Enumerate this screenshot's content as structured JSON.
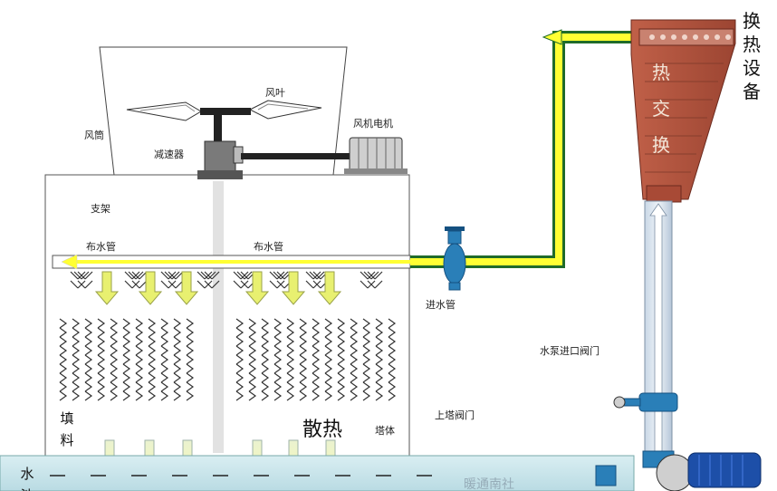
{
  "labels": {
    "fan_cylinder": "风筒",
    "fan_blade": "风叶",
    "fan_motor": "风机电机",
    "reducer": "减速器",
    "bracket": "支架",
    "distribution_pipe_left": "布水管",
    "distribution_pipe_right": "布水管",
    "inlet_pipe": "进水管",
    "pump_inlet_valve": "水泵进口阀门",
    "tower_valve": "上塔阀门",
    "tower_body": "塔体",
    "heat_dissipation": "散热",
    "fill": [
      "填",
      "料"
    ],
    "pool": [
      "水",
      "池"
    ],
    "heat_exchange_equipment": [
      "换",
      "热",
      "设",
      "备"
    ],
    "heat_exchange": [
      "热",
      "交",
      "换"
    ],
    "watermark": "暖通南社"
  },
  "colors": {
    "pipe_yellow": "#ffff33",
    "pipe_green": "#1f6b2a",
    "arrow_fill": "#e8f070",
    "heat_exchanger": "#b8553f",
    "valve_blue": "#2a7fb8",
    "pool_water": "#cfe8ee",
    "motor_blue": "#1d4fa8"
  }
}
